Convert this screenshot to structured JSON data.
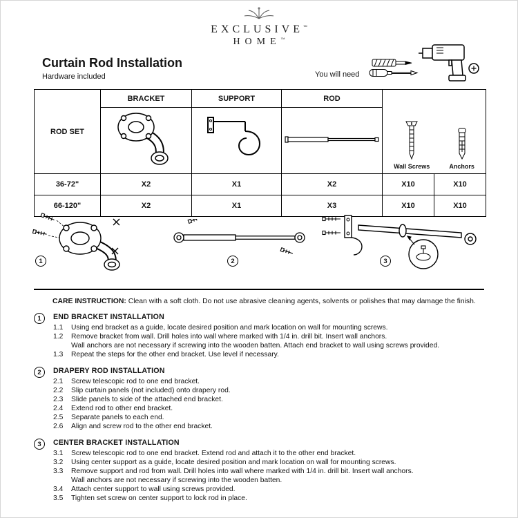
{
  "brand": {
    "name_top": "EXCLUSIVE",
    "name_bottom": "HOME",
    "trademark": "™"
  },
  "header": {
    "title": "Curtain Rod Installation",
    "subtitle": "Hardware included",
    "you_will_need": "You will need",
    "tools": [
      "bit-driver-icon",
      "screwdriver-icon",
      "drill-icon"
    ]
  },
  "table": {
    "row_header": "ROD SET",
    "columns": [
      "BRACKET",
      "SUPPORT",
      "ROD"
    ],
    "hardware_labels": [
      "Wall Screws",
      "Anchors"
    ],
    "rows": [
      {
        "size": "36-72\"",
        "values": [
          "X2",
          "X1",
          "X2",
          "X10",
          "X10"
        ]
      },
      {
        "size": "66-120\"",
        "values": [
          "X2",
          "X1",
          "X3",
          "X10",
          "X10"
        ]
      }
    ]
  },
  "diagrams": [
    {
      "number": "1"
    },
    {
      "number": "2"
    },
    {
      "number": "3"
    }
  ],
  "care": {
    "label": "CARE INSTRUCTION:",
    "text": "Clean with a soft cloth. Do not use abrasive cleaning agents, solvents or polishes that may damage the finish."
  },
  "sections": [
    {
      "number": "1",
      "title": "END BRACKET INSTALLATION",
      "steps": [
        {
          "num": "1.1",
          "text": "Using end bracket as a guide, locate desired position and mark location on wall for mounting screws."
        },
        {
          "num": "1.2",
          "text": "Remove bracket from wall. Drill holes into wall where marked with 1/4 in. drill bit. Insert wall anchors."
        },
        {
          "num": "",
          "text": "Wall anchors are not necessary if screwing into the wooden batten.  Attach end bracket to wall using screws provided."
        },
        {
          "num": "1.3",
          "text": "Repeat the steps for the other end bracket. Use level if necessary."
        }
      ]
    },
    {
      "number": "2",
      "title": "DRAPERY ROD INSTALLATION",
      "steps": [
        {
          "num": "2.1",
          "text": "Screw telescopic rod to one end bracket."
        },
        {
          "num": "2.2",
          "text": "Slip curtain panels (not included) onto drapery rod."
        },
        {
          "num": "2.3",
          "text": "Slide panels to side of the attached end bracket."
        },
        {
          "num": "2.4",
          "text": "Extend rod to other end bracket."
        },
        {
          "num": "2.5",
          "text": "Separate panels to each end."
        },
        {
          "num": "2.6",
          "text": "Align and screw rod to the other end bracket."
        }
      ]
    },
    {
      "number": "3",
      "title": "CENTER BRACKET INSTALLATION",
      "steps": [
        {
          "num": "3.1",
          "text": "Screw telescopic rod to one end bracket. Extend rod and attach it to the other end bracket."
        },
        {
          "num": "3.2",
          "text": "Using center support as a guide, locate desired position and mark location on wall for mounting screws."
        },
        {
          "num": "3.3",
          "text": "Remove support and rod from wall. Drill holes into wall where marked with 1/4 in. drill bit. Insert wall anchors."
        },
        {
          "num": "",
          "text": "Wall anchors are not necessary if screwing into the wooden batten."
        },
        {
          "num": "3.4",
          "text": "Attach center support to wall using screws provided."
        },
        {
          "num": "3.5",
          "text": "Tighten set screw on center support to lock rod in place."
        }
      ]
    }
  ]
}
